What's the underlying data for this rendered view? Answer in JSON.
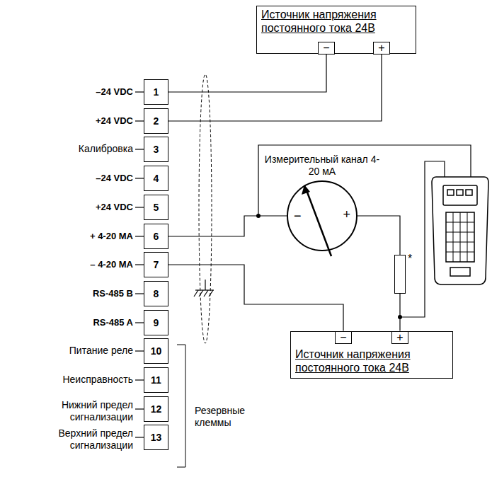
{
  "diagram": {
    "nodes": [
      {
        "text": [
          "Источник напряжения постоянного тока 24В"
        ]
      },
      {
        "text": [
          "−"
        ],
        "in": 0
      },
      {
        "text": [
          "+"
        ],
        "in": 0
      },
      {
        "text": [
          "1"
        ]
      },
      {
        "text": [
          "2"
        ]
      },
      {
        "text": [
          "3"
        ]
      },
      {
        "text": [
          "4"
        ]
      },
      {
        "text": [
          "5"
        ]
      },
      {
        "text": [
          "6"
        ]
      },
      {
        "text": [
          "7"
        ]
      },
      {
        "text": [
          "8"
        ]
      },
      {
        "text": [
          "9"
        ]
      },
      {
        "text": [
          "10"
        ]
      },
      {
        "text": [
          "11"
        ]
      },
      {
        "text": [
          "12"
        ]
      },
      {
        "text": [
          "13"
        ]
      },
      {
        "text": [
          "Измерительный канал 4-20 мА",
          "−",
          "+"
        ]
      },
      {
        "text": [
          "*"
        ]
      },
      {
        "text": [
          "Источник напряжения постоянного тока 24В"
        ]
      },
      {
        "text": [
          "−"
        ],
        "in": 18
      },
      {
        "text": [
          "+"
        ],
        "in": 18
      }
    ],
    "edges": [
      {
        "from": 3,
        "to": 1,
        "arrow": "none"
      },
      {
        "from": 4,
        "to": 2,
        "arrow": "none"
      },
      {
        "from": 8,
        "to": 16,
        "arrow": "none"
      },
      {
        "from": 16,
        "to": 17,
        "arrow": "none"
      },
      {
        "from": 17,
        "to": 20,
        "arrow": "none"
      },
      {
        "from": 9,
        "to": 19,
        "arrow": "none"
      }
    ],
    "labels": [
      "–24 VDC",
      "+24 VDC",
      "Калибровка",
      "–24 VDC",
      "+24 VDC",
      "+ 4-20 MA",
      "– 4-20 MA",
      "RS-485 B",
      "RS-485 A",
      "Питание реле",
      "Неисправность",
      "Нижний предел сигнализации",
      "Верхний предел сигнализации",
      "Резервные клеммы"
    ]
  }
}
